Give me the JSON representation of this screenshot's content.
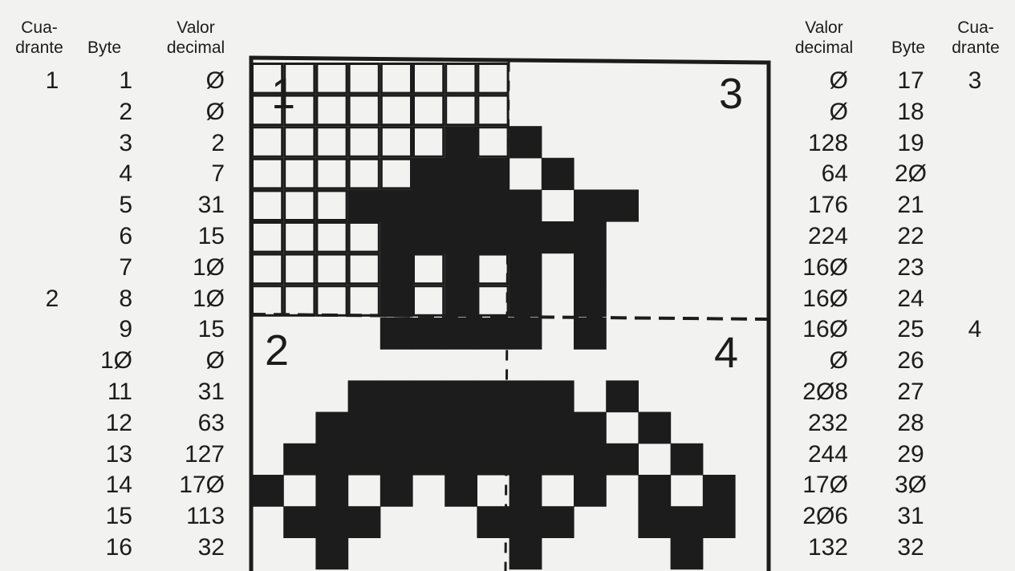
{
  "left_headers": {
    "quadrant": "Cua-\ndrante",
    "byte": "Byte",
    "value": "Valor\ndecimal"
  },
  "right_headers": {
    "value": "Valor\ndecimal",
    "byte": "Byte",
    "quadrant": "Cua-\ndrante"
  },
  "left_rows": [
    {
      "quadrant": "1",
      "byte": "1",
      "value": "Ø"
    },
    {
      "quadrant": "",
      "byte": "2",
      "value": "Ø"
    },
    {
      "quadrant": "",
      "byte": "3",
      "value": "2"
    },
    {
      "quadrant": "",
      "byte": "4",
      "value": "7"
    },
    {
      "quadrant": "",
      "byte": "5",
      "value": "31"
    },
    {
      "quadrant": "",
      "byte": "6",
      "value": "15"
    },
    {
      "quadrant": "",
      "byte": "7",
      "value": "1Ø"
    },
    {
      "quadrant": "2",
      "byte": "8",
      "value": "1Ø"
    },
    {
      "quadrant": "",
      "byte": "9",
      "value": "15"
    },
    {
      "quadrant": "",
      "byte": "1Ø",
      "value": "Ø"
    },
    {
      "quadrant": "",
      "byte": "11",
      "value": "31"
    },
    {
      "quadrant": "",
      "byte": "12",
      "value": "63"
    },
    {
      "quadrant": "",
      "byte": "13",
      "value": "127"
    },
    {
      "quadrant": "",
      "byte": "14",
      "value": "17Ø"
    },
    {
      "quadrant": "",
      "byte": "15",
      "value": "113"
    },
    {
      "quadrant": "",
      "byte": "16",
      "value": "32"
    }
  ],
  "right_rows": [
    {
      "value": "Ø",
      "byte": "17",
      "quadrant": "3"
    },
    {
      "value": "Ø",
      "byte": "18",
      "quadrant": ""
    },
    {
      "value": "128",
      "byte": "19",
      "quadrant": ""
    },
    {
      "value": "64",
      "byte": "2Ø",
      "quadrant": ""
    },
    {
      "value": "176",
      "byte": "21",
      "quadrant": ""
    },
    {
      "value": "224",
      "byte": "22",
      "quadrant": ""
    },
    {
      "value": "16Ø",
      "byte": "23",
      "quadrant": ""
    },
    {
      "value": "16Ø",
      "byte": "24",
      "quadrant": ""
    },
    {
      "value": "16Ø",
      "byte": "25",
      "quadrant": "4"
    },
    {
      "value": "Ø",
      "byte": "26",
      "quadrant": ""
    },
    {
      "value": "2Ø8",
      "byte": "27",
      "quadrant": ""
    },
    {
      "value": "232",
      "byte": "28",
      "quadrant": ""
    },
    {
      "value": "244",
      "byte": "29",
      "quadrant": ""
    },
    {
      "value": "17Ø",
      "byte": "3Ø",
      "quadrant": ""
    },
    {
      "value": "2Ø6",
      "byte": "31",
      "quadrant": ""
    },
    {
      "value": "132",
      "byte": "32",
      "quadrant": ""
    }
  ],
  "sprite": {
    "quadrant_labels": [
      "1",
      "3",
      "2",
      "4"
    ],
    "left_bytes": [
      0,
      0,
      2,
      7,
      31,
      15,
      10,
      10,
      15,
      0,
      31,
      63,
      127,
      170,
      113,
      32
    ],
    "right_bytes": [
      0,
      0,
      128,
      64,
      176,
      224,
      160,
      160,
      160,
      0,
      208,
      232,
      244,
      170,
      206,
      132
    ],
    "ink_color": "#1c1c1c",
    "paper_color": "#f2f2f0"
  }
}
